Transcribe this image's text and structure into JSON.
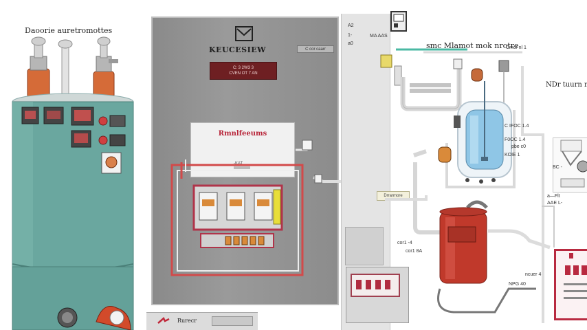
{
  "labels": {
    "left_title": "Daoorie auretromottes",
    "top_right": "smc Mlamot mok nrotre",
    "far_right": "NDr tuurn mz",
    "cabinet_brand": "KEUCESIEW",
    "cabinet_plate_line1": "C: 3 2W3 3",
    "cabinet_plate_line2": "CVEN OT 7 AN",
    "cabinet_tag": "C cor caarr",
    "controller_title": "Rmnlfeeums",
    "controller_tag": "-KAT",
    "mid_panel_label": "MA AAS",
    "flow_pill": "Drrarmore",
    "bottom_bar_text": "Rurecr"
  },
  "tiny_labels": {
    "top_icon": "1-",
    "a1": "a0",
    "a2": "A2",
    "meter_a": "cor1 -4",
    "meter_b": "cor1 8A",
    "pump_label_1": "Cmcr nl 1",
    "pump_label_2": "NPG 40",
    "pump_label_3": "ncuer 4",
    "right_a": "C IFOC 1.4",
    "right_b": "F0OC 1.4",
    "right_c": "KOIE 1",
    "far_a": "a—Flt",
    "far_b": "AAE L-",
    "far_c": "BC -",
    "far_d": "pbe c0"
  },
  "colors": {
    "boiler_body": "#6aa79f",
    "boiler_top": "#cfd8d7",
    "cabinet": "#919191",
    "brand_plate": "#6e1f22",
    "controller_accent": "#b8263a",
    "pipe": "#d8d8d8",
    "pipe_teal": "#4ab9a3",
    "pump_red": "#c0392b",
    "reactor_blue": "#8fc6e6",
    "panel_red": "#b82a40"
  }
}
